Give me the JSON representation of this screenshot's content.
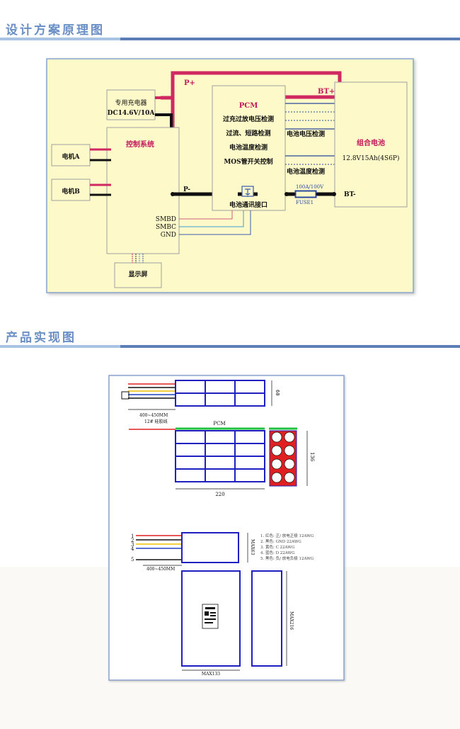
{
  "section1": {
    "title": "设计方案原理图"
  },
  "section2": {
    "title": "产品实现图"
  },
  "schematic": {
    "charger_line1": "专用充电器",
    "charger_line2": "DC14.6V/10A",
    "control_system": "控制系统",
    "motor_a": "电机A",
    "motor_b": "电机B",
    "display": "显示屏",
    "smbd": "SMBD",
    "smbc": "SMBC",
    "gnd": "GND",
    "pcm_title": "PCM",
    "pcm_items": [
      "过充过放电压检测",
      "过流、短路检测",
      "电池温度检测",
      "MOS管开关控制"
    ],
    "comm_interface": "电池通讯接口",
    "voltage_detect": "电池电压检测",
    "temp_detect": "电池温度检测",
    "battery_title": "组合电池",
    "battery_spec": "12.8V15Ah(4S6P)",
    "p_plus": "P+",
    "p_minus": "P-",
    "bt_plus": "BT+",
    "bt_minus": "BT-",
    "fuse_rating": "100A/100V",
    "fuse_label": "FUSE1"
  },
  "drawing": {
    "lead_length_top": "400~450MM",
    "wire_note": "12# 硅胶线",
    "dim_60": "60",
    "pcm_label": "PCM",
    "dim_136": "136",
    "dim_220": "220",
    "pins": [
      "1",
      "2",
      "3",
      "4"
    ],
    "pin5": "5",
    "dim_max63": "MAX63",
    "lead_length_bottom": "400~450MM",
    "wire_specs": [
      "1. 红色: 正/ 放电正极 12AWG",
      "2. 黑色: GND 22AWG",
      "3. 黄色: C 22AWG",
      "4. 蓝色: D 22AWG",
      "5. 黑色: 负/ 放电负极 12AWG"
    ],
    "dim_max216": "MAX216",
    "dim_max133": "MAX133"
  }
}
